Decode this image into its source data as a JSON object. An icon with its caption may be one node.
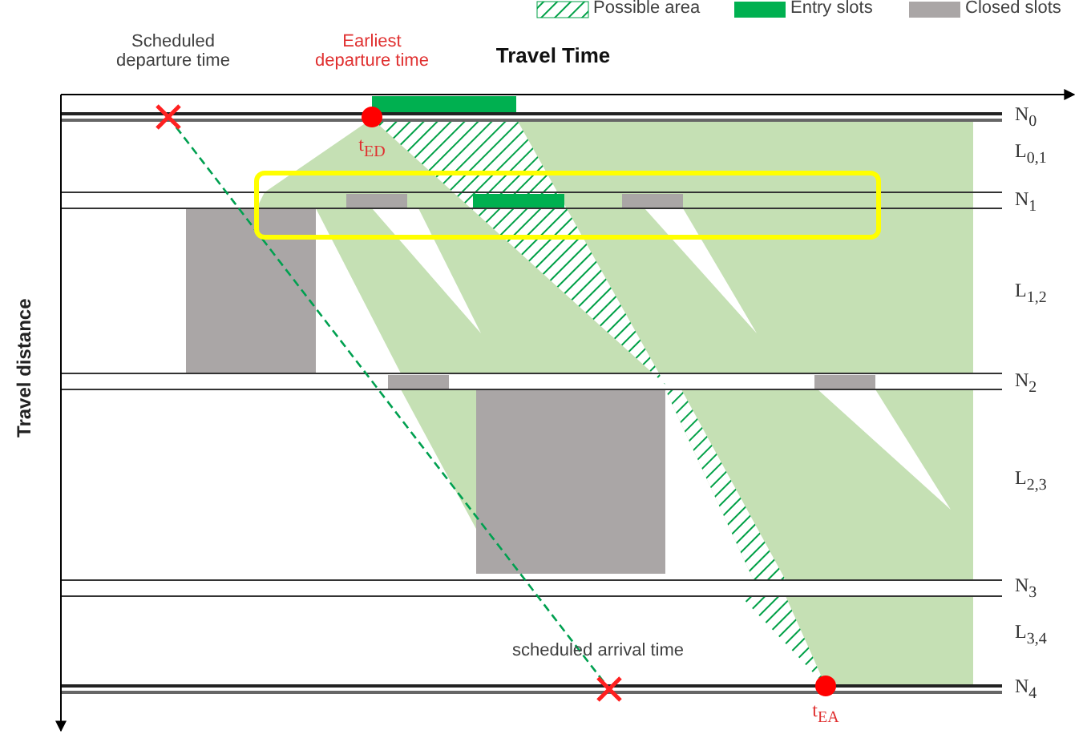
{
  "diagram": {
    "labels": [
      "Scheduled departure time",
      "Earliest departure time",
      "Travel Time",
      "Travel distance",
      "N$_{0}$",
      "L$_{0,1}$",
      "N$_{1}$",
      "L$_{1,2}$",
      "N$_{2}$",
      "L$_{2,3}$",
      "N$_{3}$",
      "L$_{3,4}$",
      "N$_{4}$",
      "t$_{ED}$",
      "scheduled arrival time",
      "t$_{EA}$"
    ],
    "legend": [
      {
        "text": "Possible area"
      },
      {
        "text": "Entry slots",
        "color": "#00b050"
      },
      {
        "text": "Closed slots",
        "color": "#aaa6a6"
      }
    ]
  }
}
